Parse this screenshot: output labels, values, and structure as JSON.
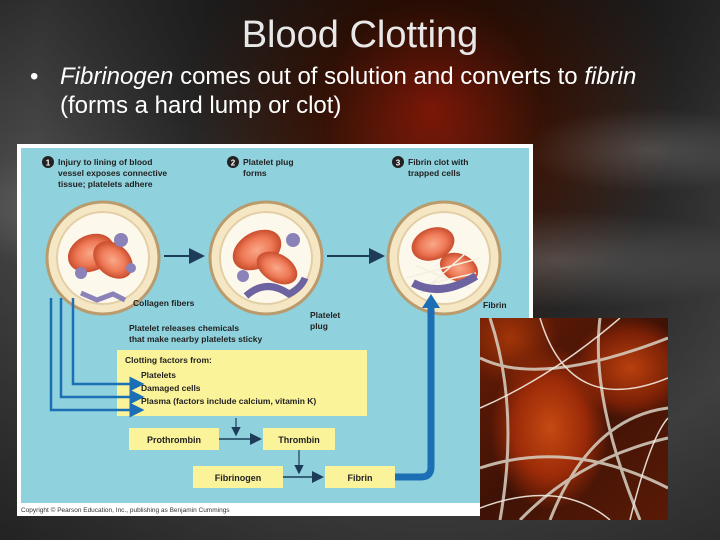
{
  "slide": {
    "title": "Blood Clotting",
    "bullet": {
      "marker": "•",
      "term1": "Fibrinogen",
      "mid": " comes out of solution and converts to ",
      "term2": "fibrin",
      "tail": " (forms a hard lump or clot)"
    }
  },
  "figure": {
    "steps": [
      {
        "num": "1",
        "lines": [
          "Injury to lining of blood",
          "vessel exposes connective",
          "tissue; platelets adhere"
        ]
      },
      {
        "num": "2",
        "lines": [
          "Platelet plug",
          "forms"
        ]
      },
      {
        "num": "3",
        "lines": [
          "Fibrin clot with",
          "trapped cells"
        ]
      }
    ],
    "labels": {
      "collagen": "Collagen fibers",
      "platelet_plug": [
        "Platelet",
        "plug"
      ],
      "fibrin": "Fibrin",
      "releases": [
        "Platelet releases chemicals",
        "that make nearby platelets sticky"
      ]
    },
    "factors": {
      "header": "Clotting factors from:",
      "items": [
        "Platelets",
        "Damaged cells",
        "Plasma (factors include calcium, vitamin K)"
      ]
    },
    "boxes": {
      "prothrombin": "Prothrombin",
      "thrombin": "Thrombin",
      "fibrinogen": "Fibrinogen",
      "fibrin": "Fibrin"
    },
    "copyright": "Copyright © Pearson Education, Inc., publishing as Benjamin Cummings",
    "colors": {
      "panel": "#8fd1dc",
      "box": "#fbf39a",
      "arrow": "#1c6fb4",
      "rbc": "#ef7a57",
      "platelet": "#8a82b8"
    }
  }
}
